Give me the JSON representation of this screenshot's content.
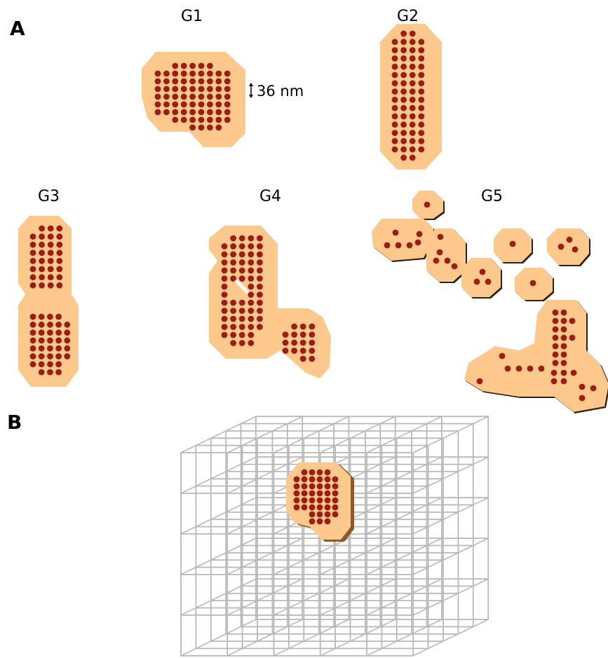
{
  "panels": {
    "A": {
      "letter": "A"
    },
    "B": {
      "letter": "B"
    }
  },
  "groups": [
    {
      "id": "G1",
      "label": "G1"
    },
    {
      "id": "G2",
      "label": "G2"
    },
    {
      "id": "G3",
      "label": "G3"
    },
    {
      "id": "G4",
      "label": "G4"
    },
    {
      "id": "G5",
      "label": "G5"
    }
  ],
  "scale_bar": {
    "label": "36 nm"
  },
  "colors": {
    "patch_fill": "#fcc88b",
    "patch_shadow": "#2a2118",
    "dot": "#9c1d14",
    "dot_highlight": "#c8463b",
    "grid_line": "#b8b8b8",
    "text": "#000000"
  }
}
